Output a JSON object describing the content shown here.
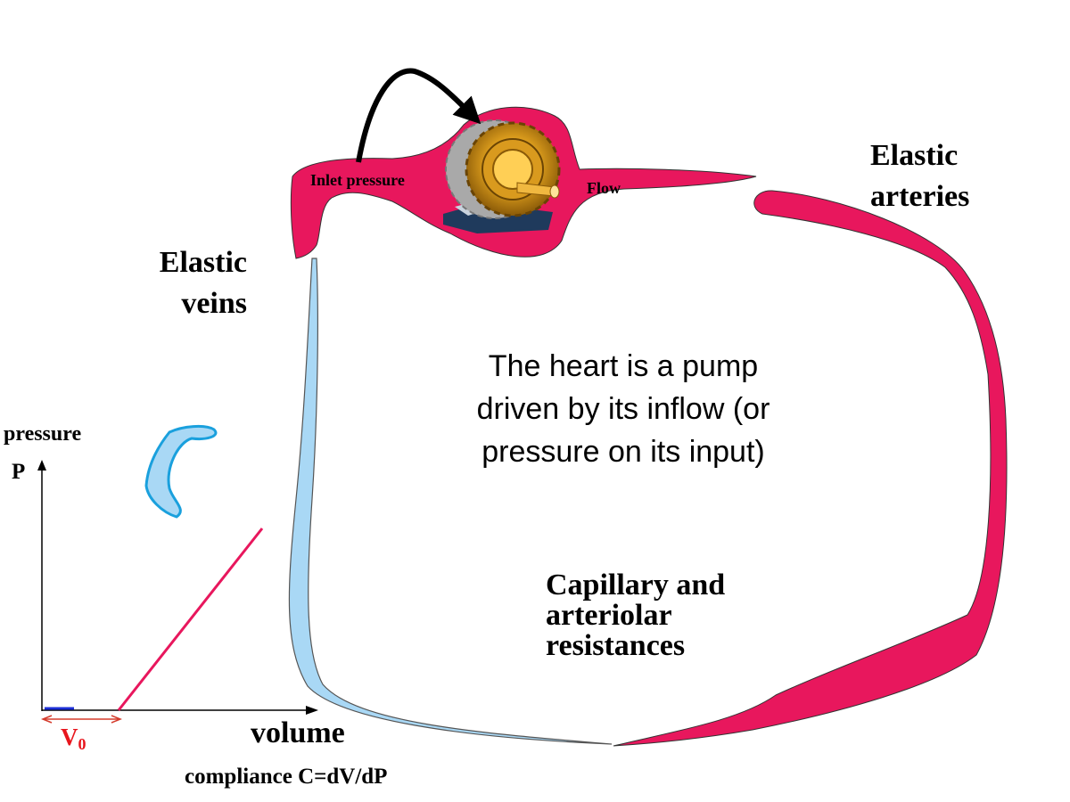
{
  "diagram": {
    "labels": {
      "elastic_veins": "Elastic veins",
      "elastic_arteries": "Elastic arteries",
      "inlet_pressure": "Inlet pressure",
      "flow": "Flow",
      "heart_description": "The heart is a pump driven by its inflow (or pressure on its input)",
      "capillary_resistances": "Capillary and arteriolar resistances"
    },
    "colors": {
      "artery": "#e8175d",
      "vein": "#a9d8f5",
      "pump_gear": "#c88a12",
      "graph_line": "#e8175d",
      "v0_marker": "#d53b2c"
    }
  },
  "compliance_graph": {
    "y_axis_title": "pressure",
    "y_axis_symbol": "P",
    "x_axis_title": "volume",
    "v0_symbol": "V",
    "v0_subscript": "0",
    "caption": "compliance C=dV/dP"
  }
}
